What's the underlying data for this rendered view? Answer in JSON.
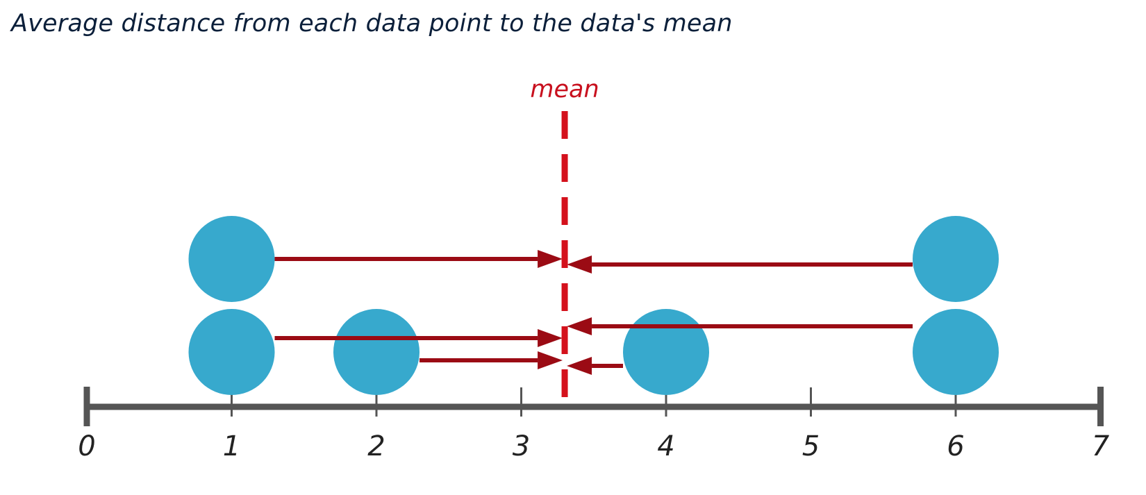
{
  "title": "Average distance from each data point to the data's mean",
  "mean_label": "mean",
  "axis": {
    "min": 0,
    "max": 7,
    "tick_labels": [
      "0",
      "1",
      "2",
      "3",
      "4",
      "5",
      "6",
      "7"
    ]
  },
  "mean_value": 3.3,
  "points": [
    {
      "value": 1,
      "stack": 0
    },
    {
      "value": 1,
      "stack": 1
    },
    {
      "value": 2,
      "stack": 0
    },
    {
      "value": 4,
      "stack": 0
    },
    {
      "value": 6,
      "stack": 0
    },
    {
      "value": 6,
      "stack": 1
    }
  ],
  "colors": {
    "point": "#37a9cd",
    "arrow": "#9b0b14",
    "mean_line": "#d4111c",
    "mean_text": "#c8101e",
    "axis": "#555555",
    "title": "#0b1f3a"
  }
}
